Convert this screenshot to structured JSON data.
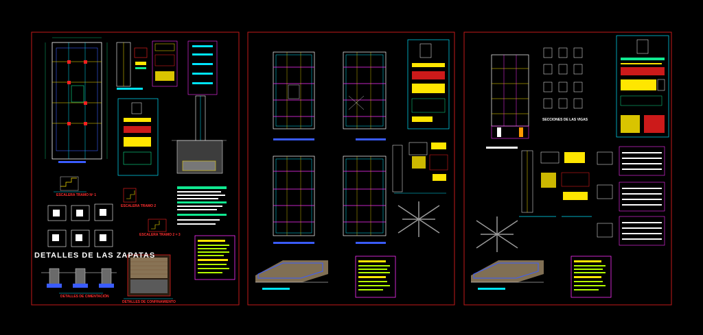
{
  "drawing": {
    "sheets": [
      {
        "id": "sheet-1"
      },
      {
        "id": "sheet-2"
      },
      {
        "id": "sheet-3"
      }
    ],
    "labels": {
      "zapatas_title": "DETALLES DE LAS ZAPATAS",
      "escalera_1": "ESCALERA TRAMO Nº 1",
      "escalera_2": "ESCALERA TRAMO 2",
      "escalera_3": "ESCALERA TRAMO 2 = 3",
      "cimentacion": "DETALLES DE CIMENTACIÓN",
      "confinamiento": "DETALLES DE CONFINAMIENTO",
      "secciones_vigas": "SECCIONES DE LAS VIGAS"
    },
    "colors": {
      "background": "#000000",
      "frame": "#c41a1a",
      "cyan": "#00e5ff",
      "yellow": "#ffe600",
      "lime": "#b4ff00",
      "green": "#10e890",
      "magenta": "#ff30ff",
      "red": "#ff2020",
      "white": "#ffffff",
      "blue": "#3a5cff",
      "tan": "#d6b98c",
      "grey": "#9a9a9a"
    }
  }
}
